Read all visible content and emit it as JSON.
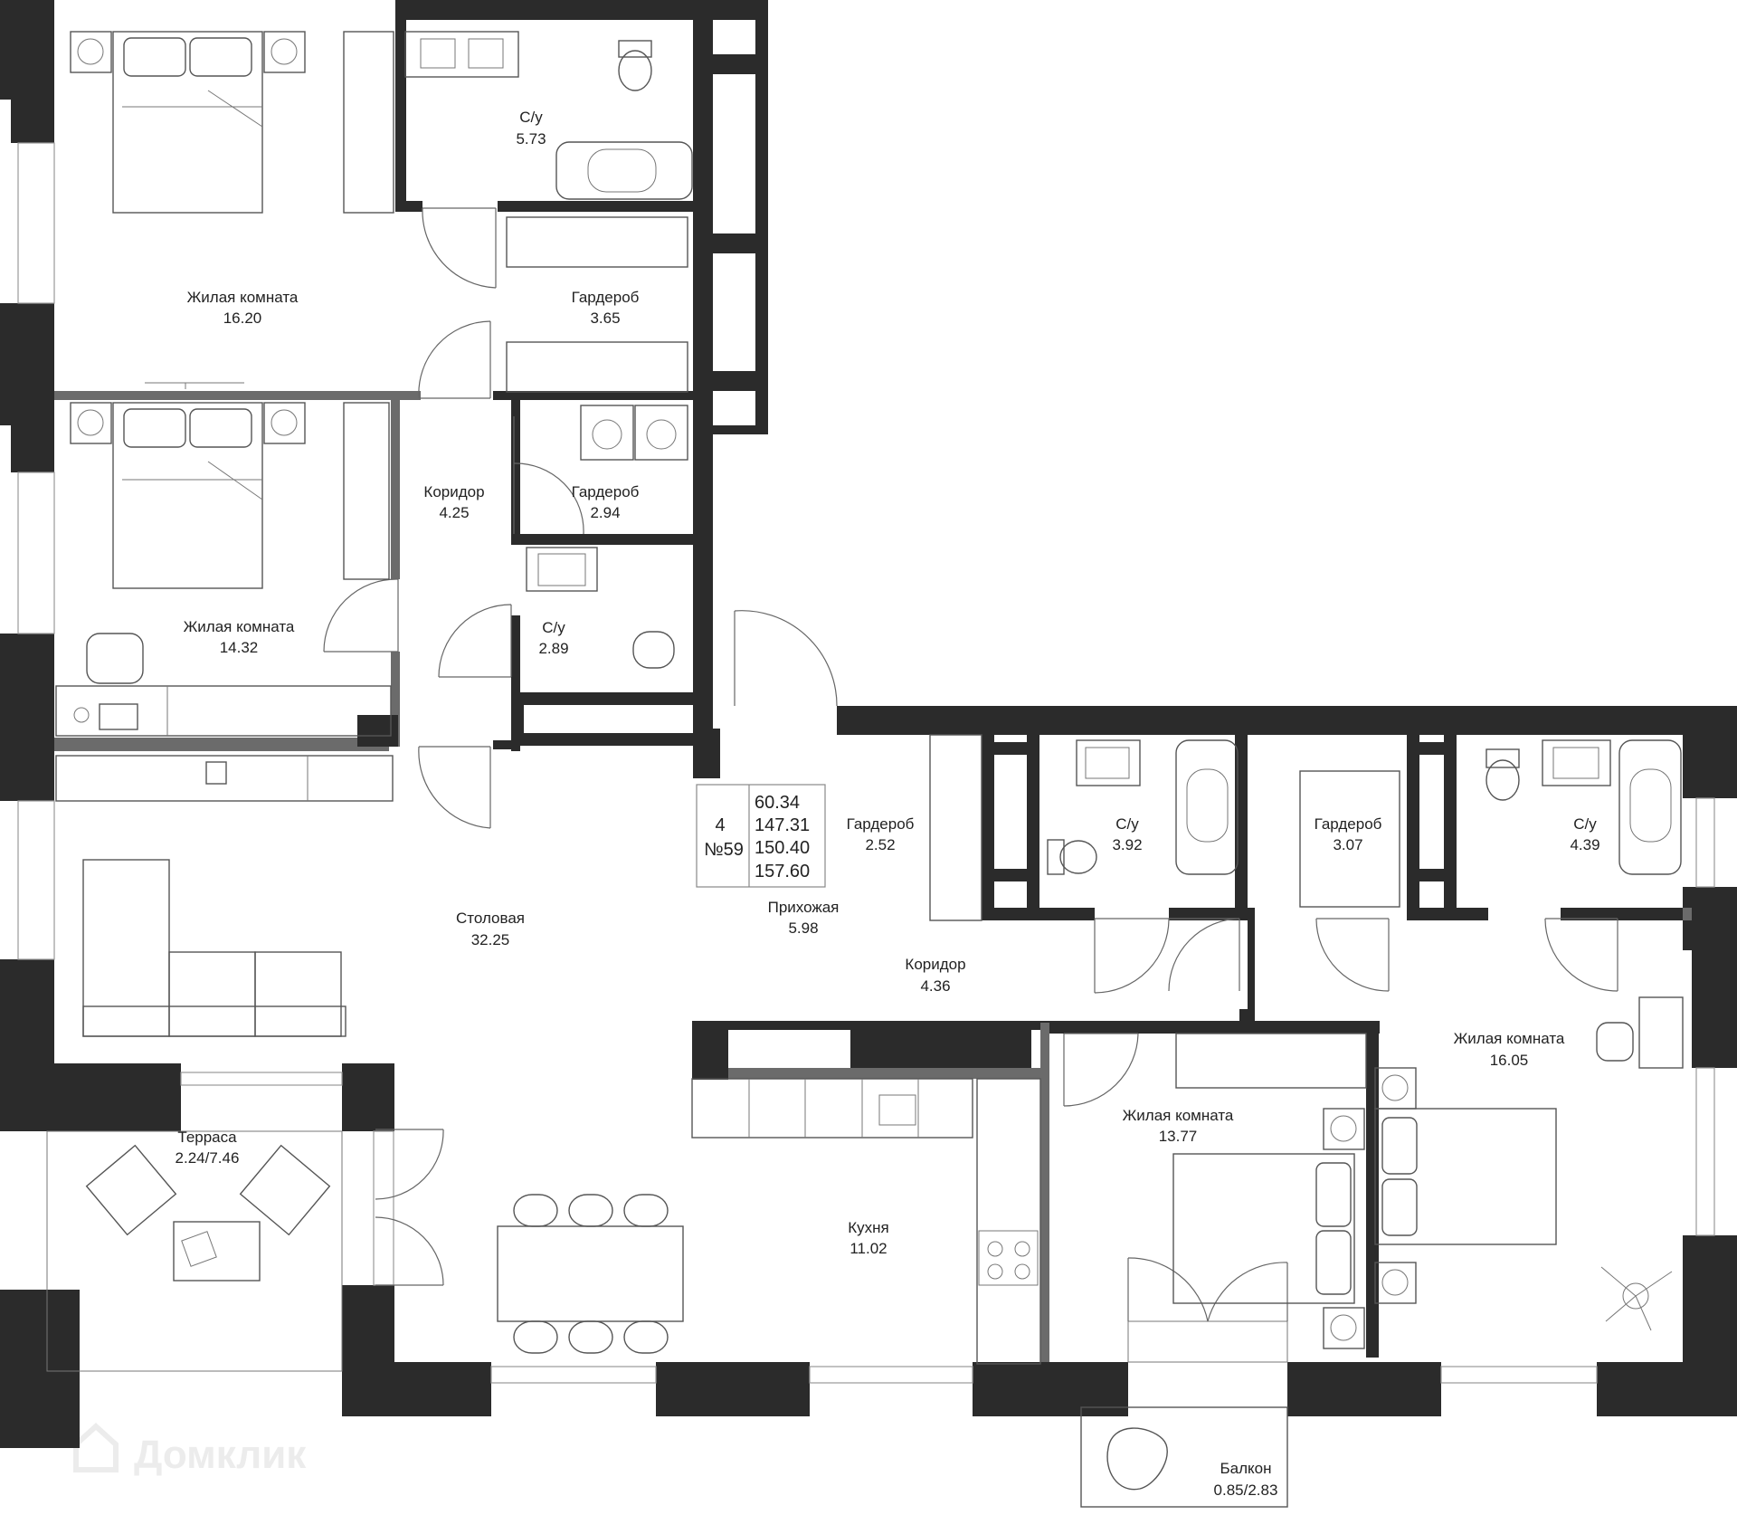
{
  "plan": {
    "info": {
      "rooms_count": "4",
      "apartment_number": "№59",
      "areas": [
        "60.34",
        "147.31",
        "150.40",
        "157.60"
      ]
    },
    "rooms": [
      {
        "id": "bathroom-1",
        "name": "С/у",
        "area": "5.73"
      },
      {
        "id": "living-room-1",
        "name": "Жилая комната",
        "area": "16.20"
      },
      {
        "id": "wardrobe-1",
        "name": "Гардероб",
        "area": "3.65"
      },
      {
        "id": "corridor-1",
        "name": "Коридор",
        "area": "4.25"
      },
      {
        "id": "wardrobe-2",
        "name": "Гардероб",
        "area": "2.94"
      },
      {
        "id": "living-room-2",
        "name": "Жилая комната",
        "area": "14.32"
      },
      {
        "id": "bathroom-2",
        "name": "С/у",
        "area": "2.89"
      },
      {
        "id": "wardrobe-3",
        "name": "Гардероб",
        "area": "2.52"
      },
      {
        "id": "bathroom-3",
        "name": "С/у",
        "area": "3.92"
      },
      {
        "id": "wardrobe-4",
        "name": "Гардероб",
        "area": "3.07"
      },
      {
        "id": "bathroom-4",
        "name": "С/у",
        "area": "4.39"
      },
      {
        "id": "dining-room",
        "name": "Столовая",
        "area": "32.25"
      },
      {
        "id": "hallway",
        "name": "Прихожая",
        "area": "5.98"
      },
      {
        "id": "corridor-2",
        "name": "Коридор",
        "area": "4.36"
      },
      {
        "id": "living-room-3",
        "name": "Жилая комната",
        "area": "16.05"
      },
      {
        "id": "terrace",
        "name": "Терраса",
        "area": "2.24/7.46"
      },
      {
        "id": "living-room-4",
        "name": "Жилая комната",
        "area": "13.77"
      },
      {
        "id": "kitchen",
        "name": "Кухня",
        "area": "11.02"
      },
      {
        "id": "balcony",
        "name": "Балкон",
        "area": "0.85/2.83"
      }
    ],
    "watermark": "Домклик",
    "colors": {
      "wall": "#2b2b2b",
      "line": "#555555",
      "background": "#ffffff"
    }
  }
}
